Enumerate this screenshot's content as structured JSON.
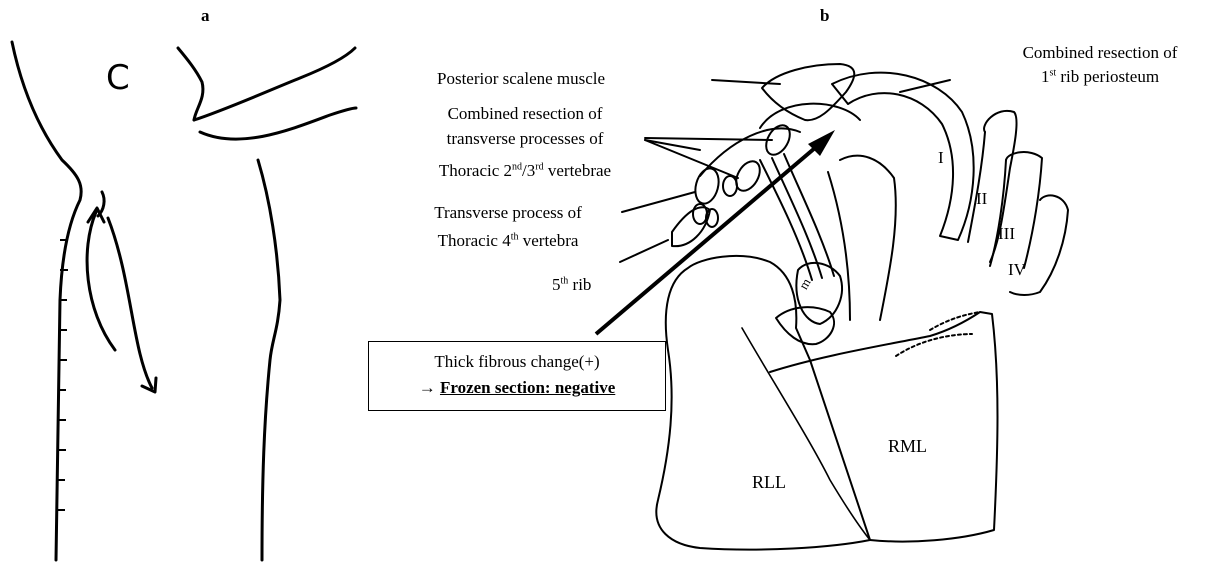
{
  "panels": {
    "a": "a",
    "b": "b"
  },
  "panel_a": {
    "mark": "C"
  },
  "labels": {
    "posterior_scalene": "Posterior scalene muscle",
    "first_rib_line1": "Combined resection of",
    "first_rib_line2_pre": "1",
    "first_rib_line2_sup": "st",
    "first_rib_line2_post": " rib periosteum",
    "tp_line1": "Combined resection of",
    "tp_line2": "transverse processes of",
    "tp_line3_pre": "Thoracic 2",
    "tp_line3_sup1": "nd",
    "tp_line3_mid": "/3",
    "tp_line3_sup2": "rd",
    "tp_line3_post": " vertebrae",
    "t4_line1": "Transverse process of",
    "t4_line2_pre": "Thoracic 4",
    "t4_line2_sup": "th",
    "t4_line2_post": " vertebra",
    "rib5_pre": "5",
    "rib5_sup": "th",
    "rib5_post": " rib"
  },
  "ribs": {
    "r1": "I",
    "r2": "II",
    "r3": "III",
    "r4": "IV"
  },
  "box": {
    "line1": "Thick fibrous change(+)",
    "arrow": "→ ",
    "line2": "Frozen section: negative"
  },
  "lobes": {
    "rml": "RML",
    "rll": "RLL"
  },
  "inner": {
    "small_label": "m"
  }
}
